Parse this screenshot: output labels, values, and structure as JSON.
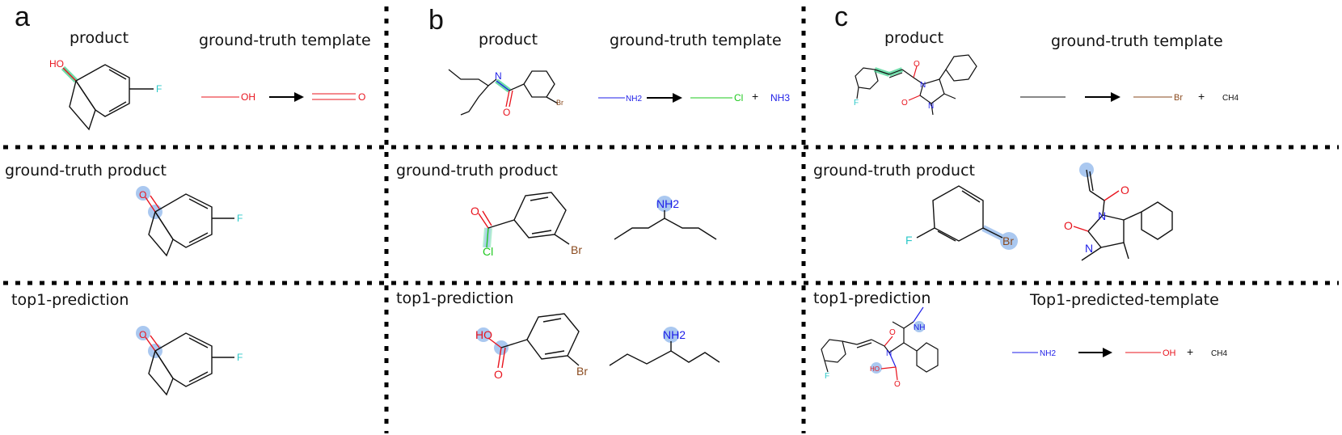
{
  "panels": {
    "a": {
      "letter": "a",
      "product_label": "product",
      "template_label": "ground-truth template",
      "gt_product_label": "ground-truth product",
      "top1_label": "top1-prediction",
      "template_lhs": [
        "OH"
      ],
      "template_rhs": [
        "O"
      ]
    },
    "b": {
      "letter": "b",
      "product_label": "product",
      "template_label": "ground-truth template",
      "gt_product_label": "ground-truth product",
      "top1_label": "top1-prediction",
      "template_lhs": [
        "NH2"
      ],
      "template_rhs": [
        "Cl",
        "+",
        "NH3"
      ]
    },
    "c": {
      "letter": "c",
      "product_label": "product",
      "template_label": "ground-truth template",
      "gt_product_label": "ground-truth product",
      "top1_label": "top1-prediction",
      "predicted_template_label": "Top1-predicted-template",
      "template_rhs": [
        "Br",
        "+",
        "CH4"
      ],
      "pred_template_lhs": [
        "NH2"
      ],
      "pred_template_rhs": [
        "OH",
        "+",
        "CH4"
      ]
    }
  },
  "atoms": {
    "F": "F",
    "O": "O",
    "HO": "HO",
    "N": "N",
    "H": "H",
    "Br": "Br",
    "Cl": "Cl",
    "NH2": "NH2",
    "NH": "NH"
  },
  "colors": {
    "highlight_blue": "#aac8f0",
    "highlight_green": "#39d08a",
    "oxygen": "#e8141e",
    "nitrogen": "#1e1ee8",
    "fluorine": "#2bc8c8",
    "bromine": "#8a4a1e",
    "chlorine": "#1ec81e"
  }
}
